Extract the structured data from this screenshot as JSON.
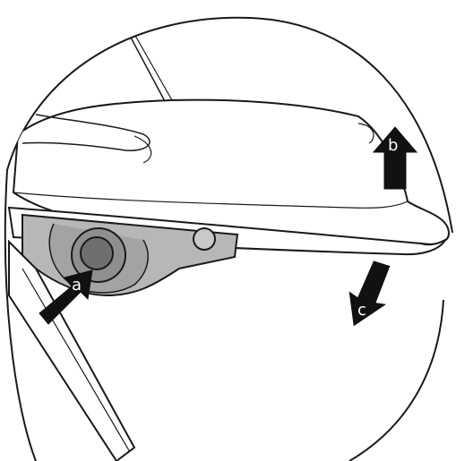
{
  "figure": {
    "callouts": [
      {
        "id": "a",
        "label": "a"
      },
      {
        "id": "b",
        "label": "b"
      },
      {
        "id": "c",
        "label": "c"
      }
    ]
  },
  "colors": {
    "line": "#1a1a1a",
    "fill": "#ffffff",
    "metal": "#b7b7b7",
    "metal_dark": "#8f8f8f",
    "knob": "#6f6f6f",
    "arrow": "#111111"
  },
  "icons": {
    "arrow_a": "arrow-up-right-icon",
    "arrow_b": "arrow-up-icon",
    "arrow_c": "arrow-down-left-icon"
  }
}
